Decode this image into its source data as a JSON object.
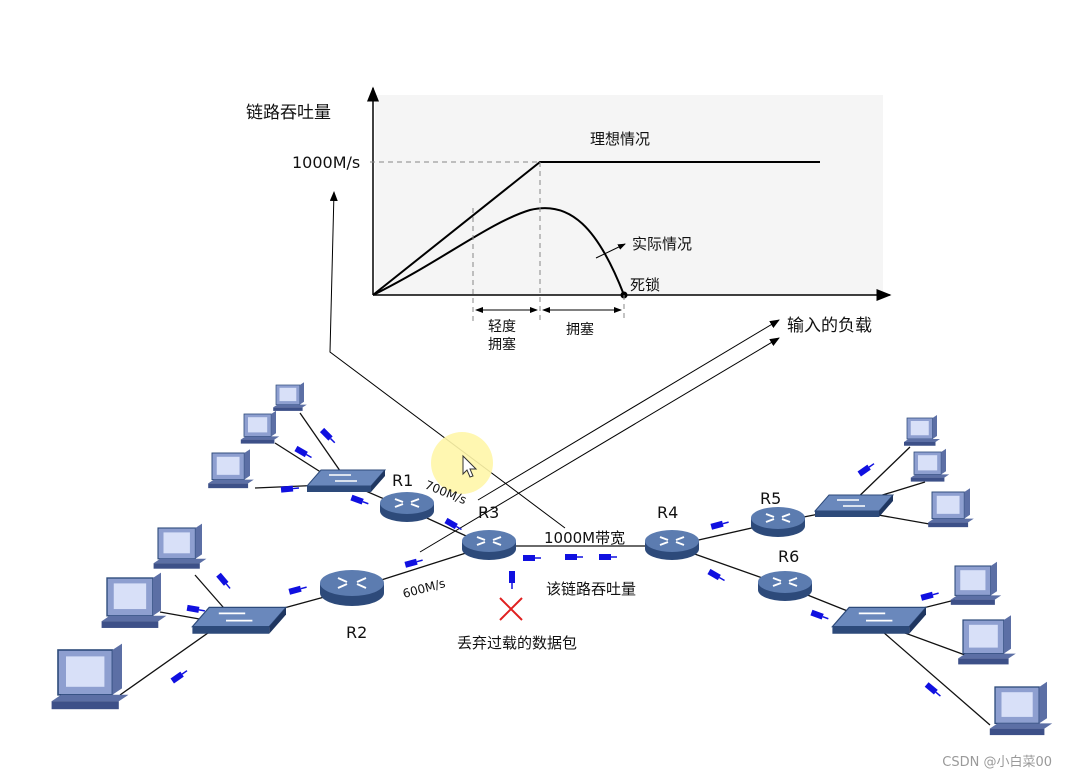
{
  "graph": {
    "ylabel": "链路吞吐量",
    "xlabel": "输入的负载",
    "y_tick": "1000M/s",
    "ideal_label": "理想情况",
    "actual_label": "实际情况",
    "deadlock_label": "死锁",
    "light_congestion_l1": "轻度",
    "light_congestion_l2": "拥塞",
    "congestion_label": "拥塞"
  },
  "network": {
    "r1": "R1",
    "r2": "R2",
    "r3": "R3",
    "r4": "R4",
    "r5": "R5",
    "r6": "R6",
    "link_r1": "700M/s",
    "link_r2": "600M/s",
    "bandwidth": "1000M带宽",
    "throughput": "该链路吞吐量",
    "drop": "丢弃过载的数据包"
  },
  "watermark": "CSDN @小白菜00",
  "colors": {
    "packet": "#1010e0",
    "router_top": "#5c7cb0",
    "router_side": "#2d4a7a",
    "switch_top": "#6a88bc",
    "pc_screen": "#b8c6ee",
    "pc_body": "#8e9fd0",
    "drop_x": "#e02020",
    "cursor_halo": "#fff6a8",
    "plot_bg": "#f5f5f5"
  }
}
